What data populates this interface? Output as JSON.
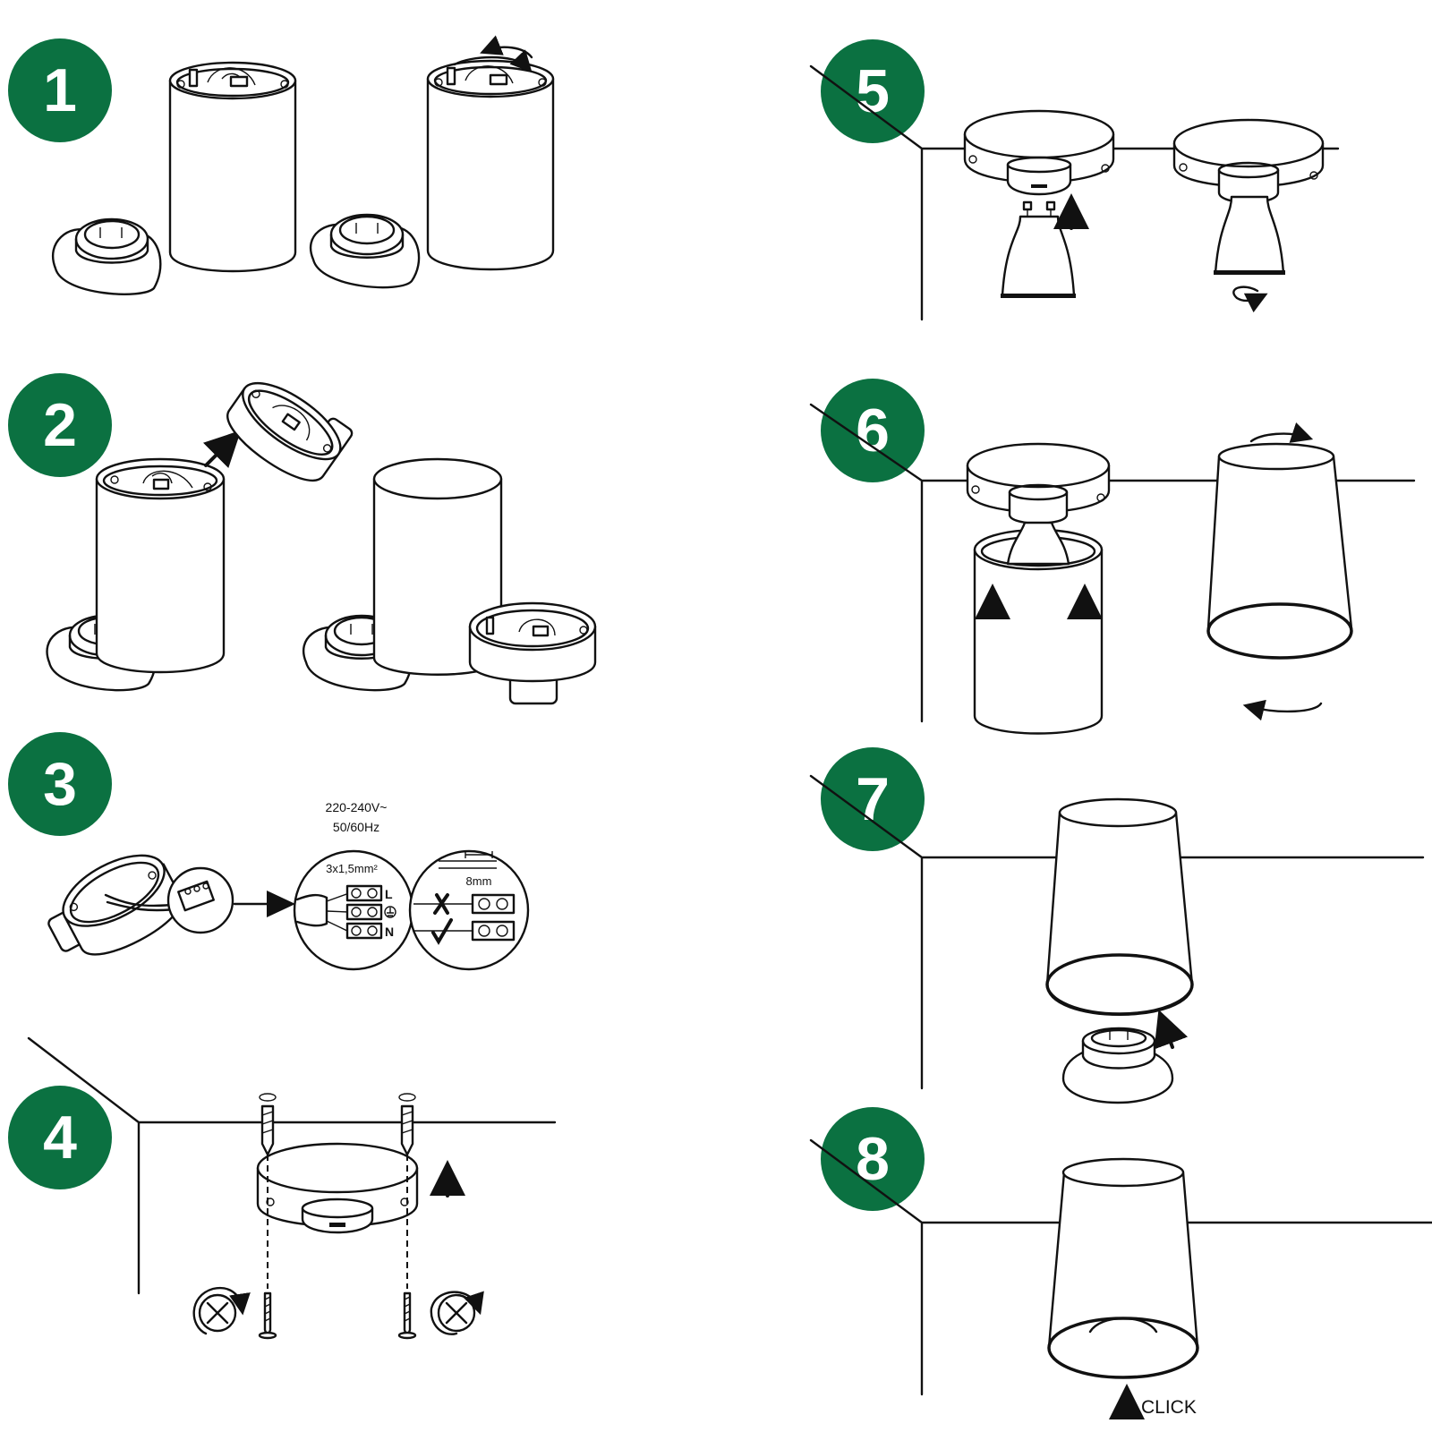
{
  "steps": [
    {
      "number": "1"
    },
    {
      "number": "2"
    },
    {
      "number": "3"
    },
    {
      "number": "4"
    },
    {
      "number": "5"
    },
    {
      "number": "6"
    },
    {
      "number": "7"
    },
    {
      "number": "8"
    }
  ],
  "wiring": {
    "voltage": "220-240V~",
    "frequency": "50/60Hz",
    "cable": "3x1,5mm²",
    "strip_length": "8mm",
    "terminal_live": "L",
    "terminal_neutral": "N"
  },
  "step8": {
    "click_label": "CLICK"
  },
  "colors": {
    "badge": "#0b7141",
    "line": "#111111"
  }
}
